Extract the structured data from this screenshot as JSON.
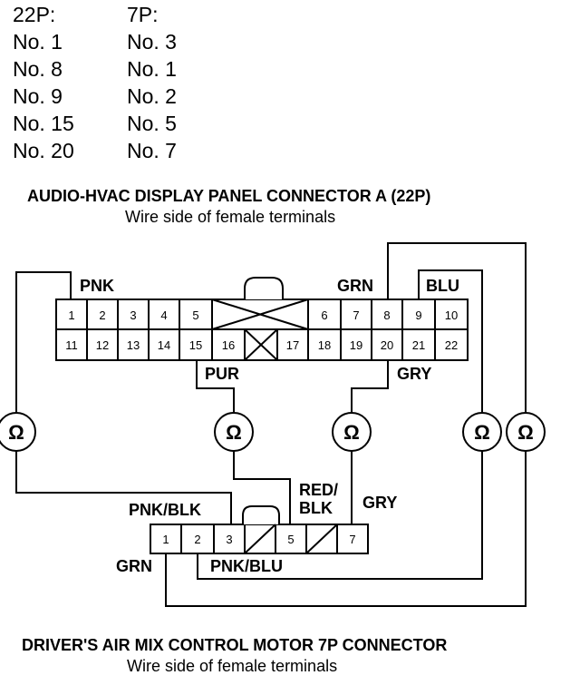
{
  "pin_table": {
    "headers": [
      "22P:",
      "7P:"
    ],
    "rows": [
      [
        "No. 1",
        "No. 3"
      ],
      [
        "No. 8",
        "No. 1"
      ],
      [
        "No. 9",
        "No. 2"
      ],
      [
        "No. 15",
        "No. 5"
      ],
      [
        "No. 20",
        "No. 7"
      ]
    ]
  },
  "connector_a": {
    "title": "AUDIO-HVAC DISPLAY PANEL CONNECTOR A (22P)",
    "subtitle": "Wire side of female terminals",
    "top_row": [
      "1",
      "2",
      "3",
      "4",
      "5",
      "6",
      "7",
      "8",
      "9",
      "10"
    ],
    "bottom_row": [
      "11",
      "12",
      "13",
      "14",
      "15",
      "16",
      "17",
      "18",
      "19",
      "20",
      "21",
      "22"
    ]
  },
  "connector_b": {
    "title": "DRIVER'S AIR MIX CONTROL MOTOR 7P CONNECTOR",
    "subtitle": "Wire side of female terminals",
    "pins": [
      "1",
      "2",
      "3",
      "5",
      "7"
    ]
  },
  "wire_labels": {
    "pnk": "PNK",
    "grn_top": "GRN",
    "blu": "BLU",
    "pur": "PUR",
    "gry_top": "GRY",
    "pnk_blk": "PNK/BLK",
    "red_blk_1": "RED/",
    "red_blk_2": "BLK",
    "gry_bottom": "GRY",
    "grn_bottom": "GRN",
    "pnk_blu": "PNK/BLU"
  },
  "ohmmeter_symbol": "Ω"
}
